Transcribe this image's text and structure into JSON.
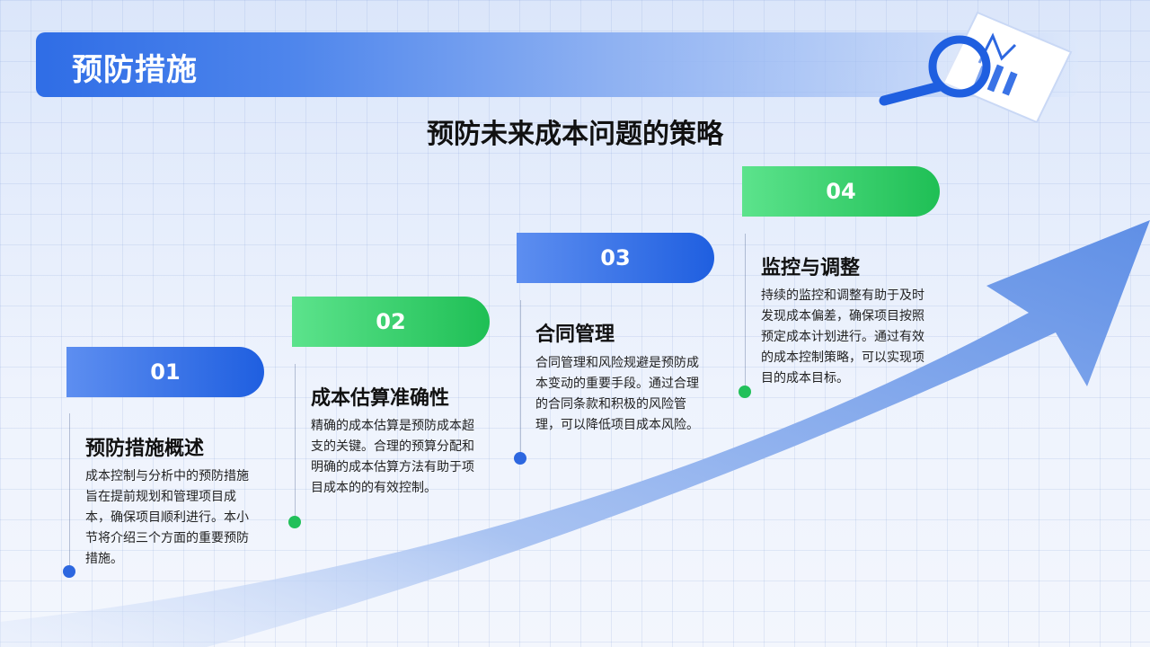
{
  "header": {
    "title": "预防措施"
  },
  "subtitle": "预防未来成本问题的策略",
  "steps": [
    {
      "number": "01",
      "title": "预防措施概述",
      "body": "成本控制与分析中的预防措施旨在提前规划和管理项目成本，确保项目顺利进行。本小节将介绍三个方面的重要预防措施。"
    },
    {
      "number": "02",
      "title": "成本估算准确性",
      "body": "精确的成本估算是预防成本超支的关键。合理的预算分配和明确的成本估算方法有助于项目成本的的有效控制。"
    },
    {
      "number": "03",
      "title": "合同管理",
      "body": "合同管理和风险规避是预防成本变动的重要手段。通过合理的合同条款和积极的风险管理，可以降低项目成本风险。"
    },
    {
      "number": "04",
      "title": "监控与调整",
      "body": "持续的监控和调整有助于及时发现成本偏差，确保项目按照预定成本计划进行。通过有效的成本控制策略，可以实现项目的成本目标。"
    }
  ],
  "colors": {
    "blue": "#1f5fe0",
    "green": "#1fbf55",
    "arrow": "#6e9ae8"
  },
  "icons": [
    "magnifier-icon",
    "chart-document-icon",
    "growth-arrow"
  ]
}
